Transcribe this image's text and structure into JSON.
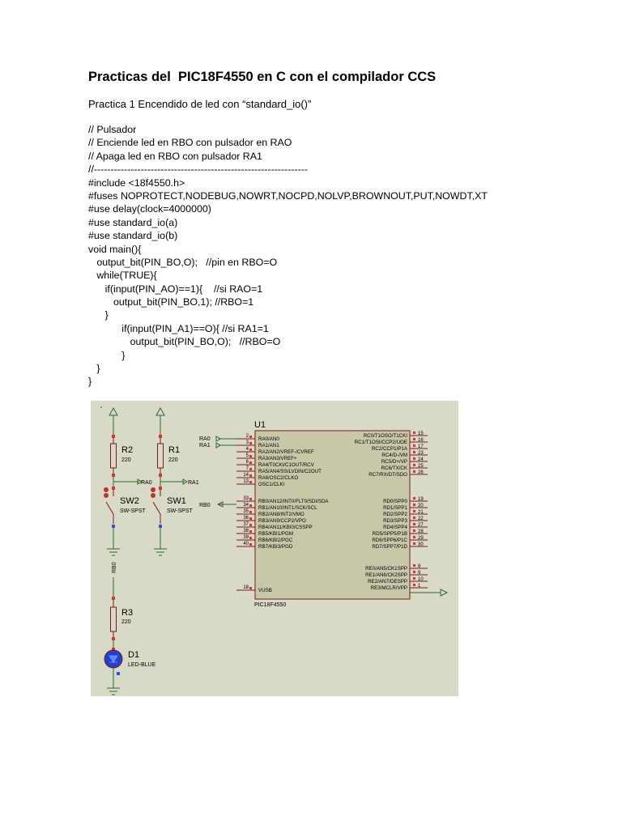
{
  "document": {
    "title": "Practicas del  PIC18F4550 en C con el compilador CCS",
    "subtitle": "Practica 1 Encendido de led con “standard_io()”",
    "code_lines": [
      "// Pulsador",
      "// Enciende led en RBO con pulsador en RAO",
      "// Apaga led en RBO con pulsador RA1",
      "//----------------------------------------------------------------",
      "#include <18f4550.h>",
      "#fuses NOPROTECT,NODEBUG,NOWRT,NOCPD,NOLVP,BROWNOUT,PUT,NOWDT,XT",
      "#use delay(clock=4000000)",
      "#use standard_io(a)",
      "#use standard_io(b)",
      "void main(){",
      "   output_bit(PIN_BO,O);   //pin en RBO=O",
      "   while(TRUE){",
      "      if(input(PIN_AO)==1){    //si RAO=1",
      "         output_bit(PIN_BO,1); //RBO=1",
      "      }",
      "            if(input(PIN_A1)==O){ //si RA1=1",
      "               output_bit(PIN_BO,O);   //RBO=O",
      "            }",
      "   }",
      "}"
    ]
  },
  "schematic": {
    "chip": {
      "ref": "U1",
      "part": "PIC18F4550",
      "left_pins": [
        {
          "num": "2",
          "name": "RA0/AN0"
        },
        {
          "num": "3",
          "name": "RA1/AN1"
        },
        {
          "num": "4",
          "name": "RA2/AN2/VREF-/CVREF"
        },
        {
          "num": "5",
          "name": "RA3/AN3/VREF+"
        },
        {
          "num": "6",
          "name": "RA4/T0CKI/C1OUT/RCV"
        },
        {
          "num": "7",
          "name": "RA5/AN4/SS/LVDIN/C2OUT"
        },
        {
          "num": "14",
          "name": "RA6/OSC2/CLKO"
        },
        {
          "num": "13",
          "name": "OSC1/CLKI"
        },
        {
          "num": "33",
          "name": "RB0/AN12/INT0/FLT0/SDI/SDA"
        },
        {
          "num": "34",
          "name": "RB1/AN10/INT1/SCK/SCL"
        },
        {
          "num": "35",
          "name": "RB2/AN8/INT2/VMO"
        },
        {
          "num": "36",
          "name": "RB3/AN9/CCP2/VPO"
        },
        {
          "num": "37",
          "name": "RB4/AN11/KBI0/CSSPP"
        },
        {
          "num": "38",
          "name": "RB5/KBI1/PGM"
        },
        {
          "num": "39",
          "name": "RB6/KBI2/PGC"
        },
        {
          "num": "40",
          "name": "RB7/KBI3/PGD"
        },
        {
          "num": "18",
          "name": "VUSB"
        }
      ],
      "right_pins": [
        {
          "num": "15",
          "name": "RC0/T1OSO/T1CKI"
        },
        {
          "num": "16",
          "name": "RC1/T1OSI/CCP2/UOE"
        },
        {
          "num": "17",
          "name": "RC2/CCP1/P1A"
        },
        {
          "num": "23",
          "name": "RC4/D-/VM"
        },
        {
          "num": "24",
          "name": "RC5/D+/VP"
        },
        {
          "num": "25",
          "name": "RC6/TX/CK"
        },
        {
          "num": "26",
          "name": "RC7/RX/DT/SDO"
        },
        {
          "num": "19",
          "name": "RD0/SPP0"
        },
        {
          "num": "20",
          "name": "RD1/SPP1"
        },
        {
          "num": "21",
          "name": "RD2/SPP2"
        },
        {
          "num": "22",
          "name": "RD3/SPP3"
        },
        {
          "num": "27",
          "name": "RD4/SPP4"
        },
        {
          "num": "28",
          "name": "RD5/SPP5/P1B"
        },
        {
          "num": "29",
          "name": "RD6/SPP6/P1C"
        },
        {
          "num": "30",
          "name": "RD7/SPP7/P1D"
        },
        {
          "num": "8",
          "name": "RE0/AN5/CK1SPP"
        },
        {
          "num": "9",
          "name": "RE1/AN6/CK2SPP"
        },
        {
          "num": "10",
          "name": "RE2/AN7/OESPP"
        },
        {
          "num": "1",
          "name": "RE3/MCLR/VPP"
        }
      ]
    },
    "net_labels": {
      "ra0": "RA0",
      "ra1": "RA1",
      "rb0": "RB0"
    },
    "r2": {
      "ref": "R2",
      "value": "220"
    },
    "r1": {
      "ref": "R1",
      "value": "220"
    },
    "r3": {
      "ref": "R3",
      "value": "220"
    },
    "sw2": {
      "ref": "SW2",
      "type": "SW-SPST"
    },
    "sw1": {
      "ref": "SW1",
      "type": "SW-SPST"
    },
    "d1": {
      "ref": "D1",
      "type": "LED-BLUE"
    },
    "colors": {
      "background": "#d9d9c7",
      "chip_fill": "#c8c8a8",
      "chip_border": "#7a1a1a",
      "wire": "#2a6a2a",
      "pin_red": "#e03030",
      "pin_blue": "#3050e0",
      "led_blue": "#2040d0"
    }
  }
}
